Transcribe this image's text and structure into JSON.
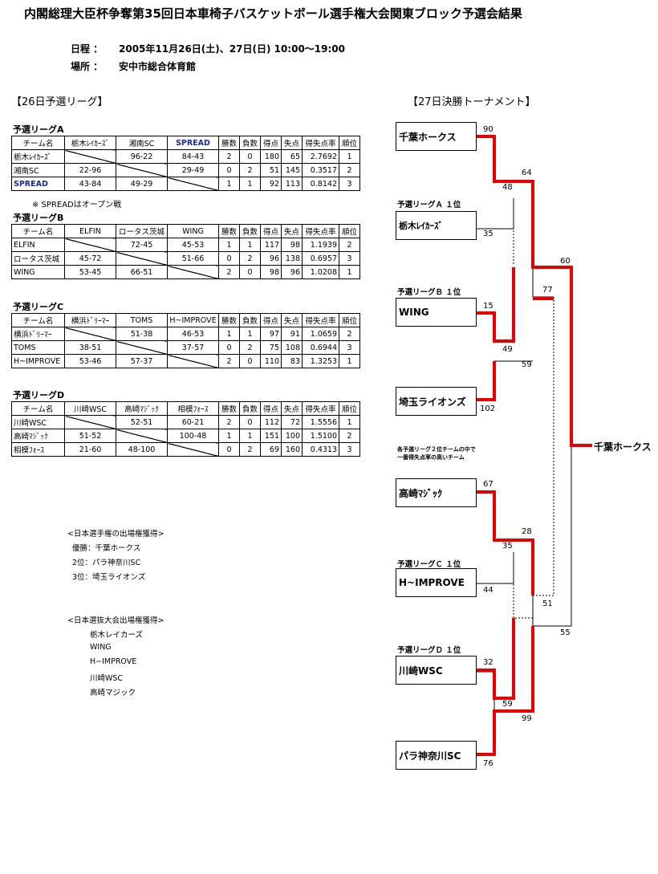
{
  "title": "内閣総理大臣杯争奪第35回日本車椅子バスケットボール選手権大会関東ブロック予選会結果",
  "schedule": {
    "label": "日程 ：",
    "value": "2005年11月26日(土)、27日(日)  10:00〜19:00"
  },
  "venue": {
    "label": "場所 ：",
    "value": "安中市総合体育館"
  },
  "section_left": "【26日予選リーグ】",
  "section_right": "【27日決勝トーナメント】",
  "headers": [
    "勝数",
    "負数",
    "得点",
    "失点",
    "得失点率",
    "順位"
  ],
  "leagues": [
    {
      "title": "予選リーグA",
      "team_header": "チーム名",
      "teams": [
        "栃木ﾚｲｶｰｽﾞ",
        "湘南SC",
        "SPREAD"
      ],
      "rows": [
        {
          "name": "栃木ﾚｲｶｰｽﾞ",
          "r": [
            "",
            "96-22",
            "84-43"
          ],
          "s": [
            "2",
            "0",
            "180",
            "65",
            "2.7692",
            "1"
          ]
        },
        {
          "name": "湘南SC",
          "r": [
            "22-96",
            "",
            "29-49"
          ],
          "s": [
            "0",
            "2",
            "51",
            "145",
            "0.3517",
            "2"
          ]
        },
        {
          "name": "SPREAD",
          "r": [
            "43-84",
            "49-29",
            ""
          ],
          "s": [
            "1",
            "1",
            "92",
            "113",
            "0.8142",
            "3"
          ]
        }
      ]
    },
    {
      "title": "予選リーグB",
      "team_header": "チーム名",
      "teams": [
        "ELFIN",
        "ロータス茨城",
        "WING"
      ],
      "rows": [
        {
          "name": "ELFIN",
          "r": [
            "",
            "72-45",
            "45-53"
          ],
          "s": [
            "1",
            "1",
            "117",
            "98",
            "1.1939",
            "2"
          ]
        },
        {
          "name": "ロータス茨城",
          "r": [
            "45-72",
            "",
            "51-66"
          ],
          "s": [
            "0",
            "2",
            "96",
            "138",
            "0.6957",
            "3"
          ]
        },
        {
          "name": "WING",
          "r": [
            "53-45",
            "66-51",
            ""
          ],
          "s": [
            "2",
            "0",
            "98",
            "96",
            "1.0208",
            "1"
          ]
        }
      ]
    },
    {
      "title": "予選リーグC",
      "team_header": "チーム名",
      "teams": [
        "横浜ﾄﾞﾘｰﾏｰ",
        "TOMS",
        "H~IMPROVE"
      ],
      "rows": [
        {
          "name": "横浜ﾄﾞﾘｰﾏｰ",
          "r": [
            "",
            "51-38",
            "46-53"
          ],
          "s": [
            "1",
            "1",
            "97",
            "91",
            "1.0659",
            "2"
          ]
        },
        {
          "name": "TOMS",
          "r": [
            "38-51",
            "",
            "37-57"
          ],
          "s": [
            "0",
            "2",
            "75",
            "108",
            "0.6944",
            "3"
          ]
        },
        {
          "name": "H~IMPROVE",
          "r": [
            "53-46",
            "57-37",
            ""
          ],
          "s": [
            "2",
            "0",
            "110",
            "83",
            "1.3253",
            "1"
          ]
        }
      ]
    },
    {
      "title": "予選リーグD",
      "team_header": "チーム名",
      "teams": [
        "川崎WSC",
        "高崎ﾏｼﾞｯｸ",
        "相模ﾌｫｰｽ"
      ],
      "rows": [
        {
          "name": "川崎WSC",
          "r": [
            "",
            "52-51",
            "60-21"
          ],
          "s": [
            "2",
            "0",
            "112",
            "72",
            "1.5556",
            "1"
          ]
        },
        {
          "name": "高崎ﾏｼﾞｯｸ",
          "r": [
            "51-52",
            "",
            "100-48"
          ],
          "s": [
            "1",
            "1",
            "151",
            "100",
            "1.5100",
            "2"
          ]
        },
        {
          "name": "相模ﾌｫｰｽ",
          "r": [
            "21-60",
            "48-100",
            ""
          ],
          "s": [
            "0",
            "2",
            "69",
            "160",
            "0.4313",
            "3"
          ]
        }
      ]
    }
  ],
  "note_a": "※  SPREADはオープン戦",
  "japan_champ": {
    "heading": "<日本選手権の出場権獲得>",
    "items": [
      "優勝：千葉ホークス",
      "2位：パラ神奈川SC",
      "3位：埼玉ライオンズ"
    ]
  },
  "japan_select": {
    "heading": "<日本選抜大会出場権獲得>",
    "items": [
      "栃木レイカーズ",
      "WING",
      "H−IMPROVE",
      "川崎WSC",
      "高崎マジック"
    ]
  },
  "bracket": {
    "teams": [
      {
        "name": "千葉ホークス",
        "rank": "",
        "score": "90"
      },
      {
        "name": "栃木ﾚｲｶｰｽﾞ",
        "rank": "予選リーグＡ １位",
        "score": "35"
      },
      {
        "name": "WING",
        "rank": "予選リーグＢ １位",
        "score": "15"
      },
      {
        "name": "埼玉ライオンズ",
        "rank": "",
        "score": "102"
      },
      {
        "name": "高崎ﾏｼﾞｯｸ",
        "rank": "各予選リーグ２位チームの中で一番得失点率の高いチーム",
        "score": "67"
      },
      {
        "name": "H~IMPROVE",
        "rank": "予選リーグＣ １位",
        "score": "44"
      },
      {
        "name": "川崎WSC",
        "rank": "予選リーグＤ １位",
        "score": "32"
      },
      {
        "name": "パラ神奈川SC",
        "rank": "",
        "score": "76"
      }
    ],
    "r2_scores": [
      "64",
      "48",
      "49",
      "59",
      "28",
      "35",
      "59",
      "99"
    ],
    "sf_scores": [
      "60",
      "77",
      "51",
      "55"
    ],
    "champion": "千葉ホークス"
  }
}
